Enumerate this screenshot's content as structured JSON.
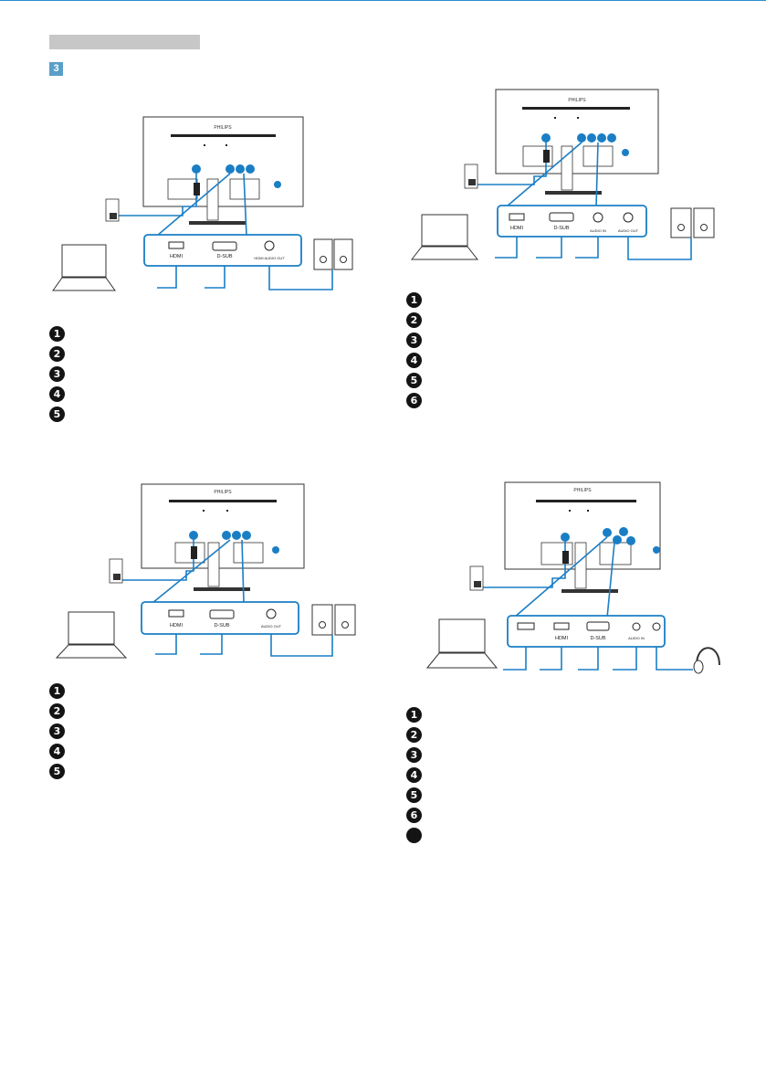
{
  "header": {
    "step_number": "3"
  },
  "brand": "PHILIPS",
  "colors": {
    "accent": "#1a7ec5",
    "badge": "#141414",
    "header_bar": "#c7c7c7"
  },
  "port_labels": {
    "hdmi": "HDMI",
    "dsub": "D-SUB",
    "audio_out": "AUDIO OUT",
    "audio_in": "AUDIO IN",
    "hdmi_audio_out": "HDMI AUDIO OUT"
  },
  "legends": {
    "d1": [
      "1",
      "2",
      "3",
      "4",
      "5"
    ],
    "d2": [
      "1",
      "2",
      "3",
      "4",
      "5",
      "6"
    ],
    "d3": [
      "1",
      "2",
      "3",
      "4",
      "5"
    ],
    "d4": [
      "1",
      "2",
      "3",
      "4",
      "5",
      "6",
      ""
    ]
  }
}
